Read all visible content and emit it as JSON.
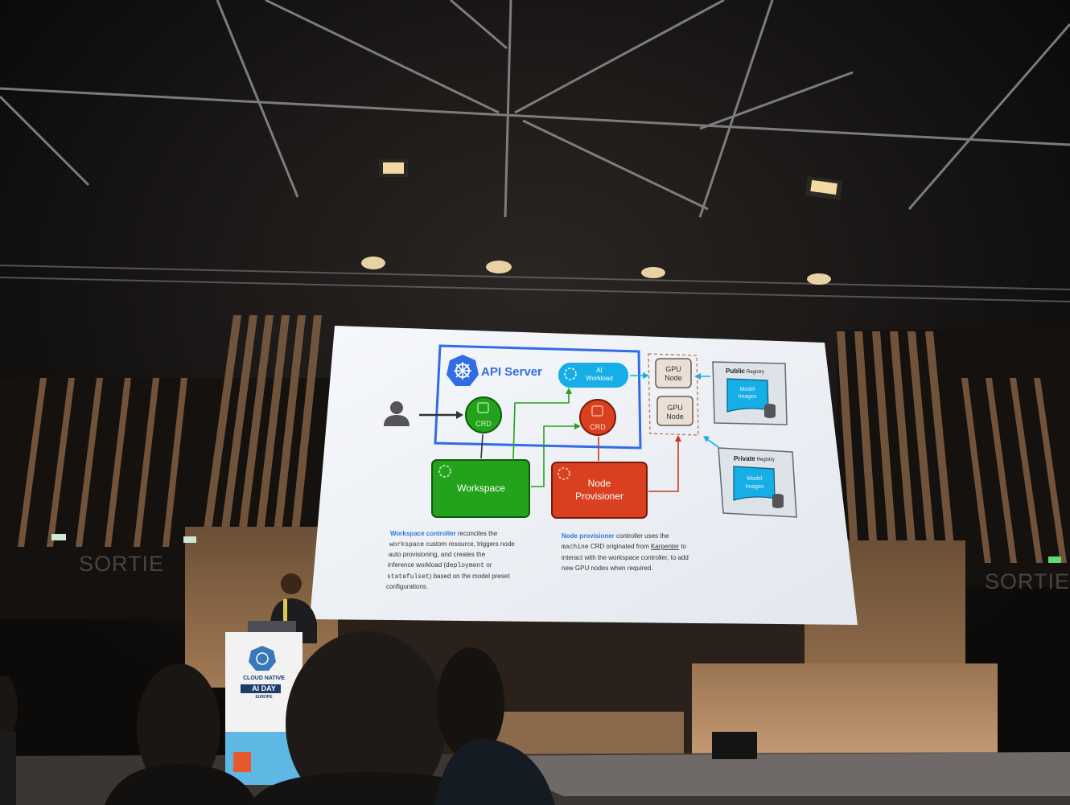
{
  "venue": {
    "exit_sign_left": "SORTIE",
    "exit_sign_right": "SORTIE",
    "podium_line1": "CLOUD NATIVE",
    "podium_line2": "AI DAY",
    "podium_line3": "EUROPE"
  },
  "slide": {
    "api_server_title": "API Server",
    "ai_workload_line1": "AI",
    "ai_workload_line2": "Workload",
    "crd_label_1": "CRD",
    "crd_label_2": "CRD",
    "workspace_label": "Workspace",
    "node_provisioner_line1": "Node",
    "node_provisioner_line2": "Provisioner",
    "gpu_node_1_line1": "GPU",
    "gpu_node_1_line2": "Node",
    "gpu_node_2_line1": "GPU",
    "gpu_node_2_line2": "Node",
    "public_registry_bold": "Public",
    "public_registry_rest": "Registry",
    "private_registry_bold": "Private",
    "private_registry_rest": "Registry",
    "model_images_line1": "Model",
    "model_images_line2": "Images",
    "left_caption": {
      "bold": "Workspace controller",
      "t1": " reconciles the",
      "code1": "workspace",
      "t2": " custom resource, triggers node",
      "t3": "auto provisioning, and creates the",
      "t4": "inference workload (",
      "code2": "deployment",
      "t5": " or",
      "code3": "statefulset",
      "t6": ") based on the model preset",
      "t7": "configurations."
    },
    "right_caption": {
      "bold": "Node provisioner",
      "t1": " controller uses the",
      "code1": "machine",
      "t2": " CRD originated from ",
      "link": "Karpenter",
      "t3": " to",
      "t4": "interact with the workspace controller, to add",
      "t5": "new GPU nodes when required."
    }
  },
  "colors": {
    "kubernetes_blue": "#326ce5",
    "workspace_green": "#23a31c",
    "provisioner_red": "#d8401f",
    "ai_workload_cyan": "#15aee6",
    "caption_blue": "#2a7bd6"
  }
}
